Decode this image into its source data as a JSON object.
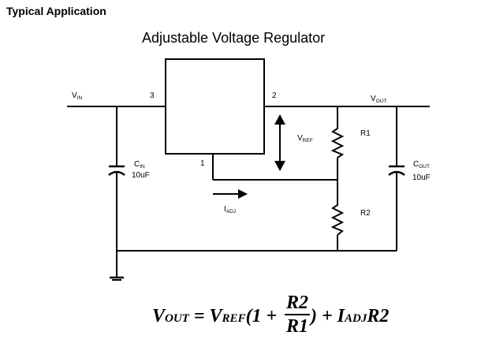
{
  "header": {
    "section_title": "Typical Application"
  },
  "diagram": {
    "title": "Adjustable Voltage Regulator",
    "labels": {
      "vin_main": "V",
      "vin_sub": "IN",
      "vout_main": "V",
      "vout_sub": "OUT",
      "vref_main": "V",
      "vref_sub": "REF",
      "iadj_main": "I",
      "iadj_sub": "ADJ",
      "pin3": "3",
      "pin2": "2",
      "pin1": "1",
      "r1": "R1",
      "r2": "R2",
      "cin_main": "C",
      "cin_sub": "IN",
      "cin_value": "10uF",
      "cout_main": "C",
      "cout_sub": "OUT",
      "cout_value": "10uF"
    }
  },
  "formula": {
    "lhs": "V",
    "lhs_sub": "OUT",
    "eq": " = ",
    "vref": "V",
    "vref_sub": "REF",
    "open": "(1 + ",
    "num": "R2",
    "den": "R1",
    "close": ") + ",
    "iadj": "I",
    "iadj_sub": "ADJ",
    "r2": "R2"
  }
}
